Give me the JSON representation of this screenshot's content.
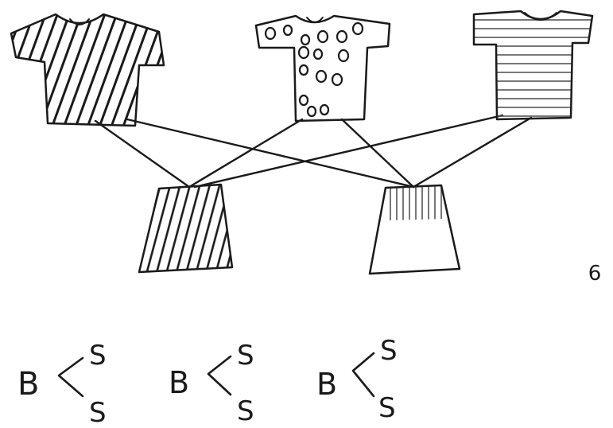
{
  "count_label": "6",
  "tree_diagrams": [
    {
      "root": "B",
      "branches": [
        "S",
        "S"
      ]
    },
    {
      "root": "B",
      "branches": [
        "S",
        "S"
      ]
    },
    {
      "root": "B",
      "branches": [
        "S",
        "S"
      ]
    }
  ]
}
